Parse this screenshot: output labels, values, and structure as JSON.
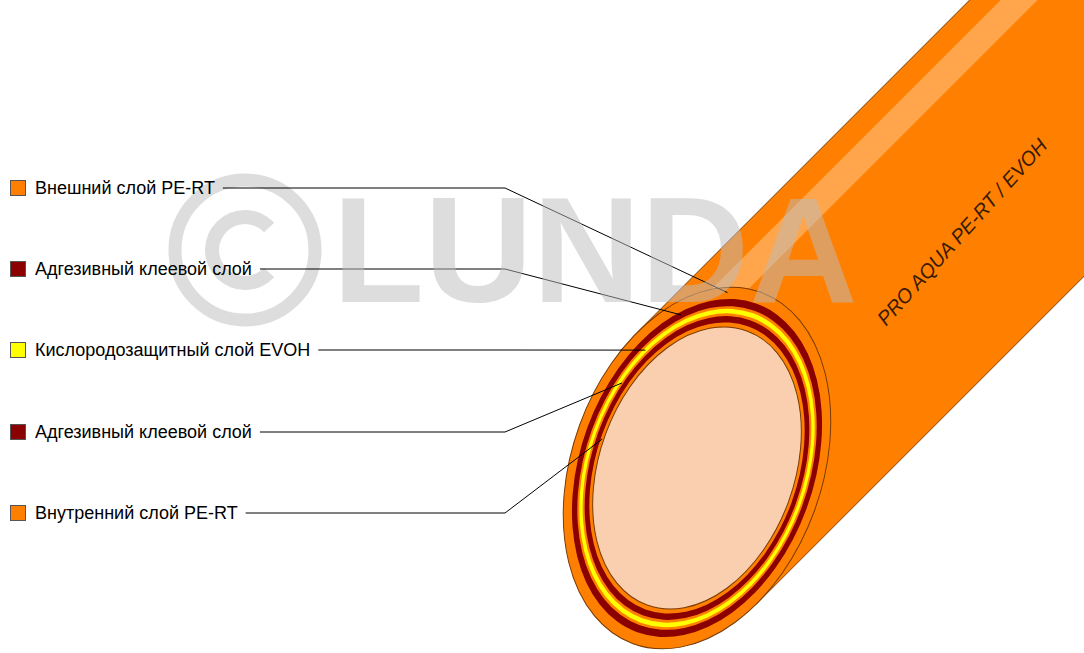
{
  "diagram": {
    "labels": [
      "PRO AQUA PE-RT / EVOH",
      "LUNDA"
    ],
    "legend": [
      {
        "text": "Внешний слой PE-RT",
        "color": "#ff8000"
      },
      {
        "text": "Адгезивный клеевой слой",
        "color": "#8b0000"
      },
      {
        "text": "Кислородозащитный слой EVOH",
        "color": "#ffff00"
      },
      {
        "text": "Адгезивный клеевой слой",
        "color": "#8b0000"
      },
      {
        "text": "Внутренний слой PE-RT",
        "color": "#ff8000"
      }
    ]
  }
}
